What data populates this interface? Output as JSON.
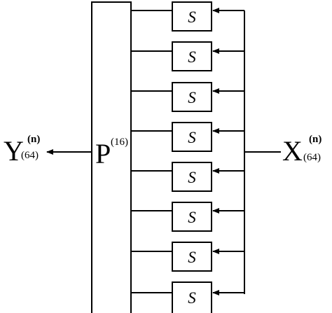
{
  "input": {
    "letter": "X",
    "superscript": "(n)",
    "subscript": "(64)"
  },
  "output": {
    "letter": "Y",
    "superscript": "(n)",
    "subscript": "(64)"
  },
  "permutation": {
    "letter": "P",
    "superscript": "(16)"
  },
  "sboxes": [
    "S",
    "S",
    "S",
    "S",
    "S",
    "S",
    "S",
    "S"
  ]
}
